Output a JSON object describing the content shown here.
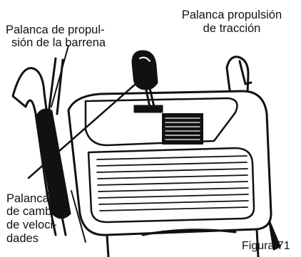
{
  "labels": {
    "auger_lever": {
      "line1": "Palanca de propul-",
      "line2": "sión de la barrena"
    },
    "traction_lever": {
      "line1": "Palanca propulsión",
      "line2": "de tracción"
    },
    "shift_lever": {
      "line1": "Palanca",
      "line2": "de cambio",
      "line3": "de veloci-",
      "line4": "dades"
    },
    "caption": "Figura 71"
  },
  "colors": {
    "ink": "#111111",
    "paper": "#ffffff"
  }
}
